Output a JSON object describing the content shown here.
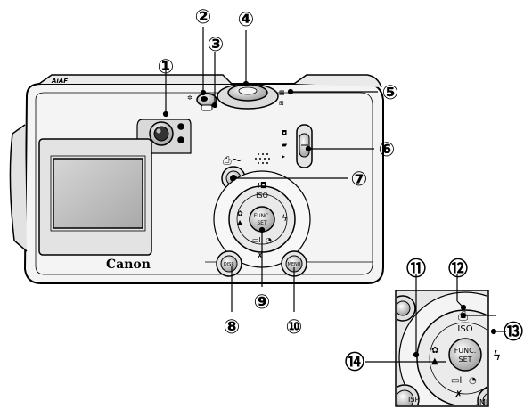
{
  "camera": {
    "brand": "Canon",
    "model_tag": "AiAF",
    "button_labels": {
      "func_set_line1": "FUNC.",
      "func_set_line2": "SET",
      "disp": "DISP.",
      "menu": "MENU",
      "iso": "ISO"
    }
  },
  "callouts": [
    {
      "id": "1",
      "symbol": "①"
    },
    {
      "id": "2",
      "symbol": "②"
    },
    {
      "id": "3",
      "symbol": "③"
    },
    {
      "id": "4",
      "symbol": "④"
    },
    {
      "id": "5",
      "symbol": "⑤"
    },
    {
      "id": "6",
      "symbol": "⑥"
    },
    {
      "id": "7",
      "symbol": "⑦"
    },
    {
      "id": "8",
      "symbol": "⑧"
    },
    {
      "id": "9",
      "symbol": "⑨"
    },
    {
      "id": "10",
      "symbol": "⑩"
    },
    {
      "id": "11",
      "symbol": "⑪"
    },
    {
      "id": "12",
      "symbol": "⑫"
    },
    {
      "id": "13",
      "symbol": "⑬"
    },
    {
      "id": "14",
      "symbol": "⑭"
    }
  ],
  "inset": {
    "button_labels": {
      "func_set_line1": "FUNC.",
      "func_set_line2": "SET",
      "iso": "ISO",
      "disp_partial": "ISP",
      "menu_partial": "MEN"
    }
  },
  "colors": {
    "line": "#000000",
    "inset_bg": "#e6e6e6",
    "lcd": "#bdbdbd"
  }
}
